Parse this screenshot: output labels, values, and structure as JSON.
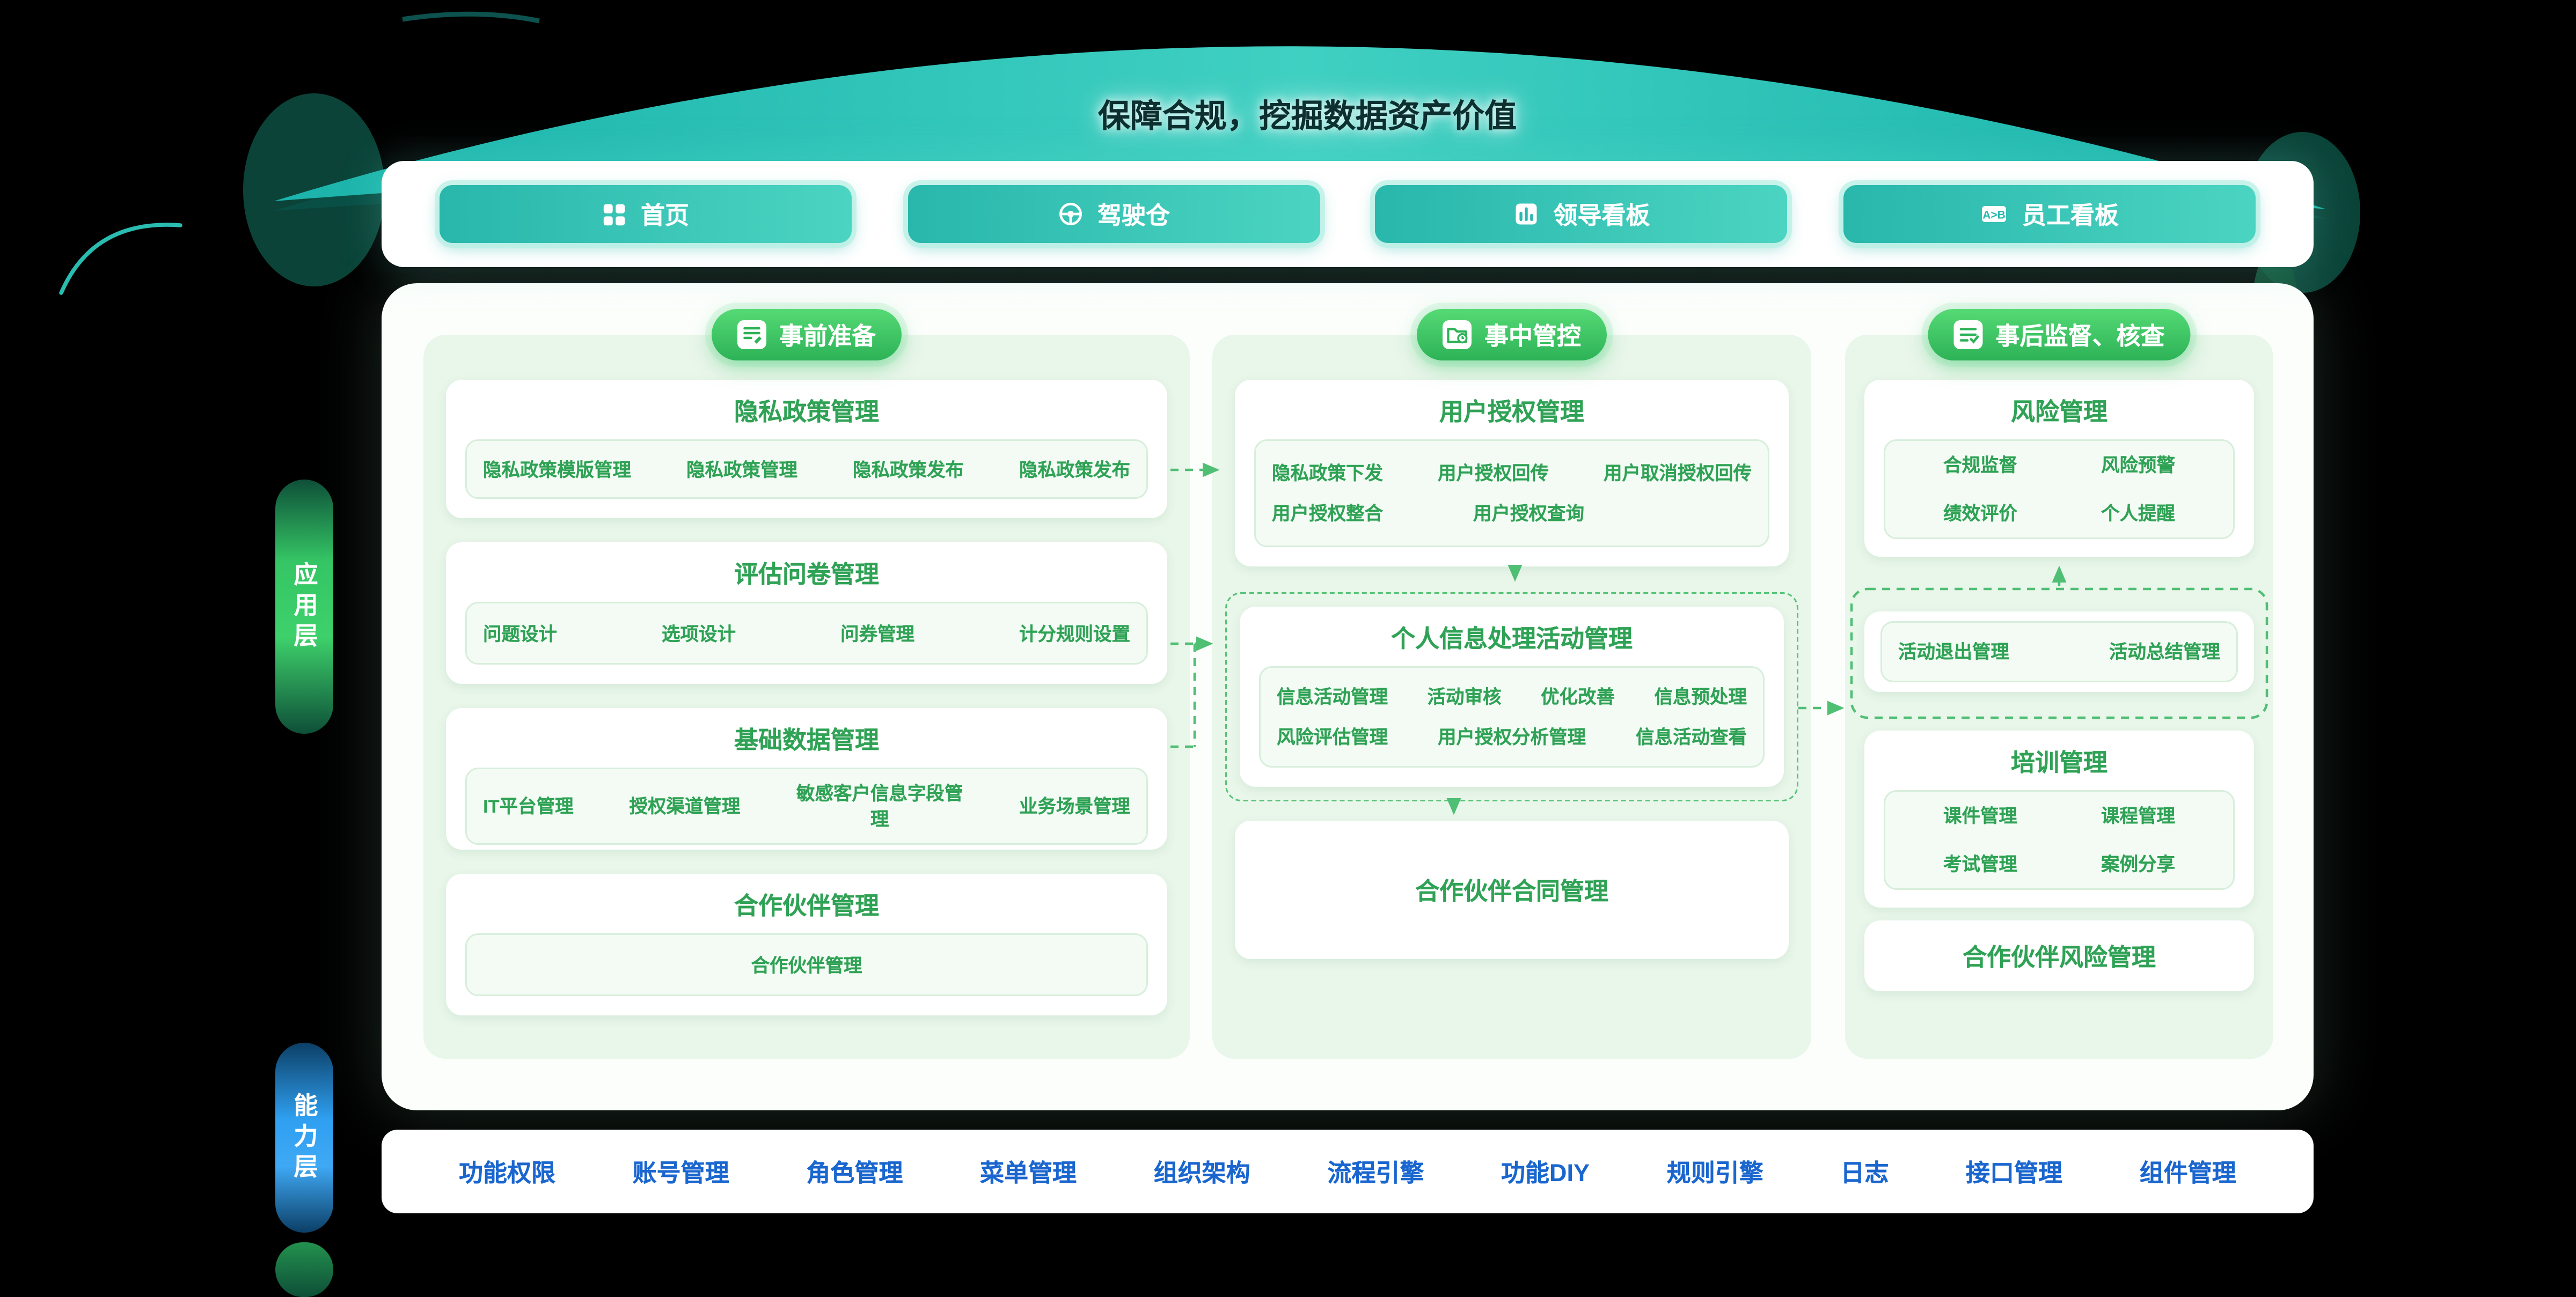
{
  "banner": {
    "slogan": "保障合规，挖掘数据资产价值"
  },
  "nav": {
    "items": [
      {
        "label": "首页",
        "icon": "grid-icon"
      },
      {
        "label": "驾驶仓",
        "icon": "steering-wheel-icon"
      },
      {
        "label": "领导看板",
        "icon": "bar-chart-icon"
      },
      {
        "label": "员工看板",
        "icon": "ab-compare-icon"
      }
    ]
  },
  "layers": {
    "application": "应用层",
    "capability": "能力层"
  },
  "columns": [
    {
      "header": "事前准备",
      "icon": "clipboard-pencil-icon",
      "cards": [
        {
          "title": "隐私政策管理",
          "items": [
            "隐私政策模版管理",
            "隐私政策管理",
            "隐私政策发布",
            "隐私政策发布"
          ]
        },
        {
          "title": "评估问卷管理",
          "items": [
            "问题设计",
            "选项设计",
            "问券管理",
            "计分规则设置"
          ]
        },
        {
          "title": "基础数据管理",
          "items": [
            "IT平台管理",
            "授权渠道管理",
            "敏感客户信息字段管理",
            "业务场景管理"
          ]
        },
        {
          "title": "合作伙伴管理",
          "items": [
            "合作伙伴管理"
          ]
        }
      ]
    },
    {
      "header": "事中管控",
      "icon": "folder-clock-icon",
      "cards": [
        {
          "title": "用户授权管理",
          "items": [
            "隐私政策下发",
            "用户授权回传",
            "用户取消授权回传",
            "用户授权整合",
            "用户授权查询"
          ]
        },
        {
          "title": "个人信息处理活动管理",
          "items": [
            "信息活动管理",
            "活动审核",
            "优化改善",
            "信息预处理",
            "风险评估管理",
            "用户授权分析管理",
            "信息活动查看"
          ]
        },
        {
          "title": "合作伙伴合同管理",
          "items": []
        }
      ]
    },
    {
      "header": "事后监督、核查",
      "icon": "checklist-icon",
      "cards": [
        {
          "title": "风险管理",
          "items": [
            "合规监督",
            "风险预警",
            "绩效评价",
            "个人提醒"
          ]
        },
        {
          "title": "",
          "items": [
            "活动退出管理",
            "活动总结管理"
          ]
        },
        {
          "title": "培训管理",
          "items": [
            "课件管理",
            "课程管理",
            "考试管理",
            "案例分享"
          ]
        },
        {
          "title": "合作伙伴风险管理",
          "items": []
        }
      ]
    }
  ],
  "bottom_bar": {
    "items": [
      "功能权限",
      "账号管理",
      "角色管理",
      "菜单管理",
      "组织架构",
      "流程引擎",
      "功能DIY",
      "规则引擎",
      "日志",
      "接口管理",
      "组件管理"
    ]
  },
  "colors": {
    "teal": "#2ab9ae",
    "green": "#2fa255",
    "pill_green": "#2db257",
    "blue_link": "#1a66cf",
    "capability_blue": "#2f9ff0",
    "background": "#000000"
  }
}
